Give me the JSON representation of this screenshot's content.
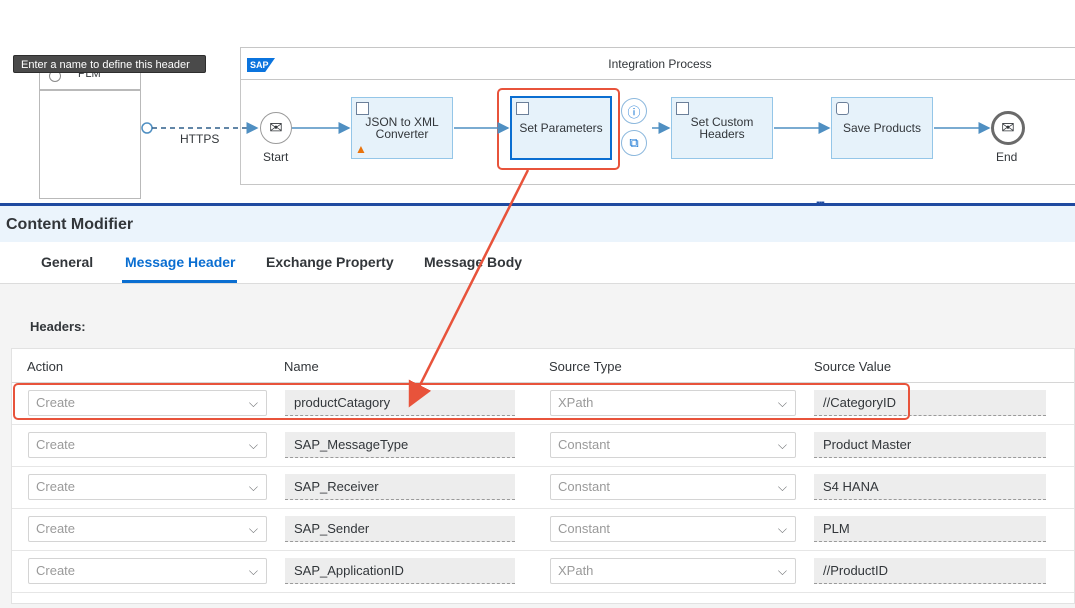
{
  "diagram": {
    "tooltip": "Enter a name to define this header",
    "participant_label": "PLM",
    "connection_label": "HTTPS",
    "pool_title": "Integration Process",
    "pool_logo": "SAP",
    "start_label": "Start",
    "end_label": "End",
    "steps": {
      "json_to_xml": "JSON to XML Converter",
      "set_parameters": "Set Parameters",
      "set_custom_headers": "Set Custom Headers",
      "save_products": "Save Products"
    },
    "icons": {
      "start": "envelope-icon",
      "end": "envelope-icon",
      "info": "info-icon",
      "copy": "copy-icon",
      "warning": "warning-icon"
    },
    "highlight_color": "#e8533b",
    "accent_color": "#0a6ed1"
  },
  "panel": {
    "title": "Content Modifier",
    "tabs": [
      "General",
      "Message Header",
      "Exchange Property",
      "Message Body"
    ],
    "active_tab": "Message Header",
    "section_title": "Headers:",
    "columns": [
      "Action",
      "Name",
      "Source Type",
      "Source Value"
    ],
    "rows": [
      {
        "action": "Create",
        "name": "productCatagory",
        "source_type": "XPath",
        "source_value": "//CategoryID"
      },
      {
        "action": "Create",
        "name": "SAP_MessageType",
        "source_type": "Constant",
        "source_value": "Product Master"
      },
      {
        "action": "Create",
        "name": "SAP_Receiver",
        "source_type": "Constant",
        "source_value": "S4 HANA"
      },
      {
        "action": "Create",
        "name": "SAP_Sender",
        "source_type": "Constant",
        "source_value": "PLM"
      },
      {
        "action": "Create",
        "name": "SAP_ApplicationID",
        "source_type": "XPath",
        "source_value": "//ProductID"
      }
    ]
  }
}
